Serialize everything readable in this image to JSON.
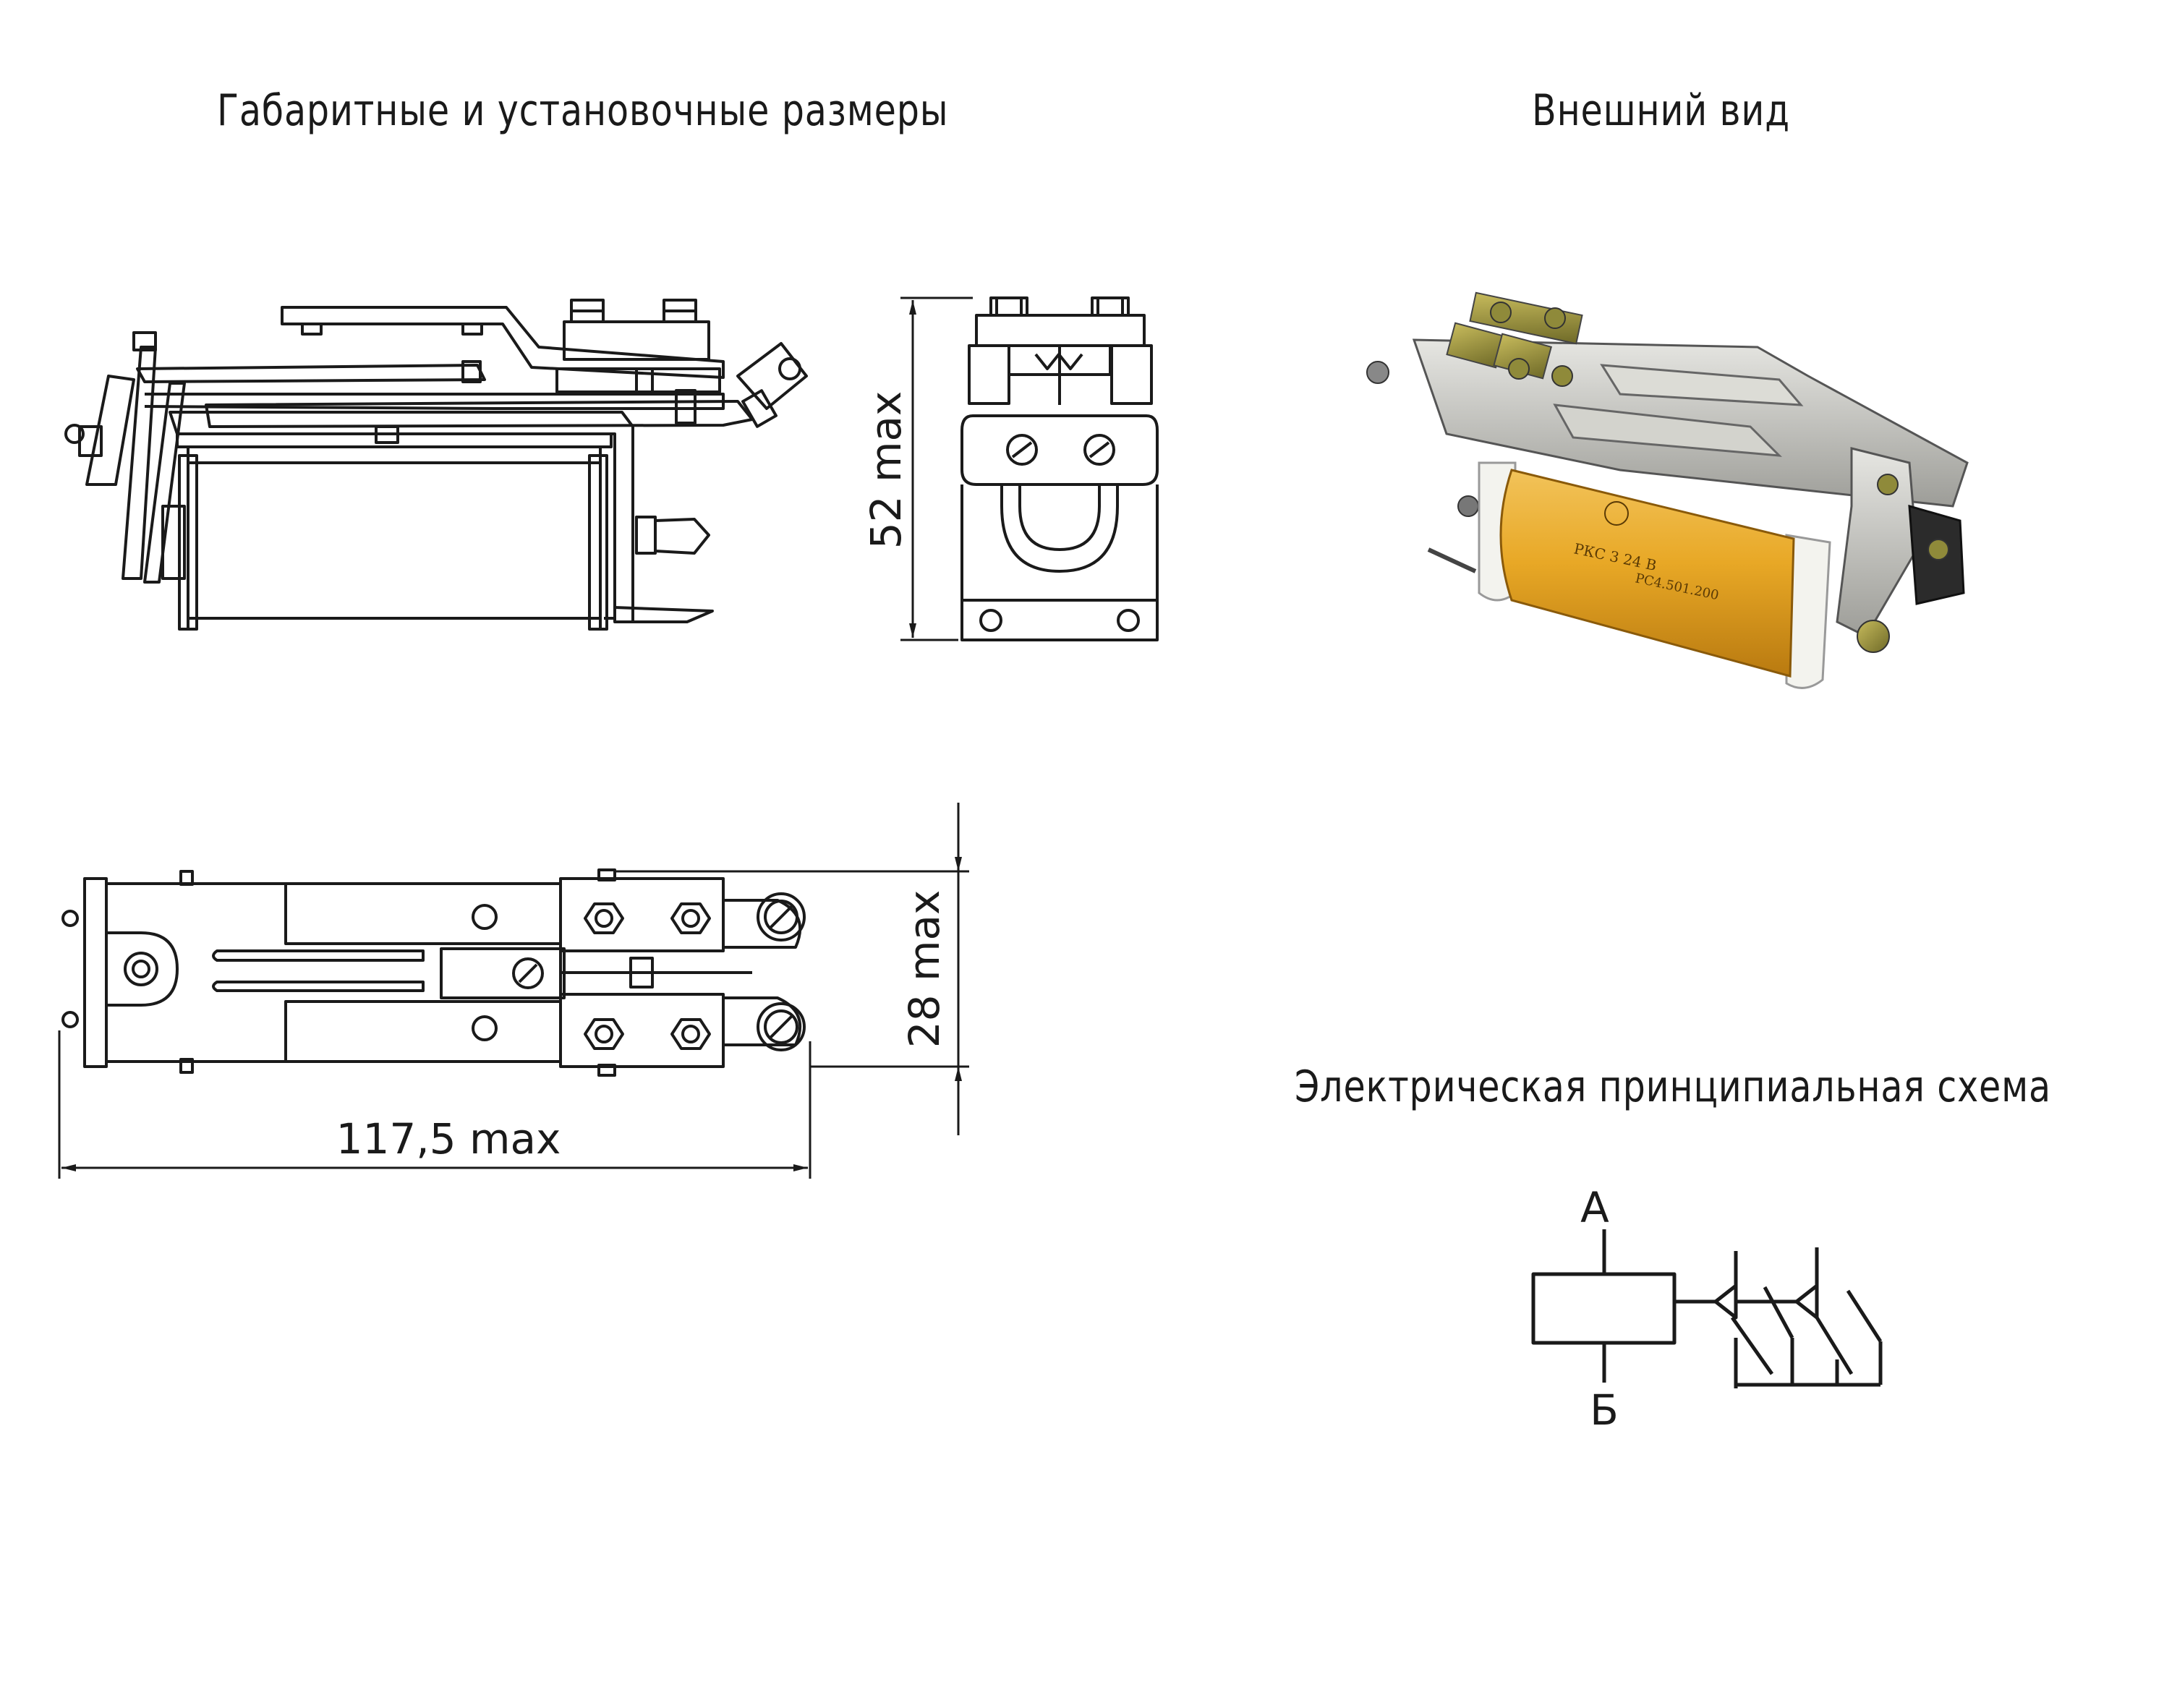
{
  "headings": {
    "dimensions": "Габаритные и установочные размеры",
    "appearance": "Внешний вид",
    "schematic": "Электрическая принципиальная схема"
  },
  "dimensions": {
    "height": "52 max",
    "width": "28 max",
    "length": "117,5 max"
  },
  "photo_label": {
    "line1": "РКС 3   24 В",
    "line2": "РС4.501.200"
  },
  "schematic": {
    "terminal_top": "А",
    "terminal_bottom": "Б"
  },
  "colors": {
    "line": "#1a1a1a",
    "coil": "#e8a826",
    "coil_dark": "#b97a10",
    "steel": "#c9c9c4",
    "brass": "#a99a3a"
  }
}
